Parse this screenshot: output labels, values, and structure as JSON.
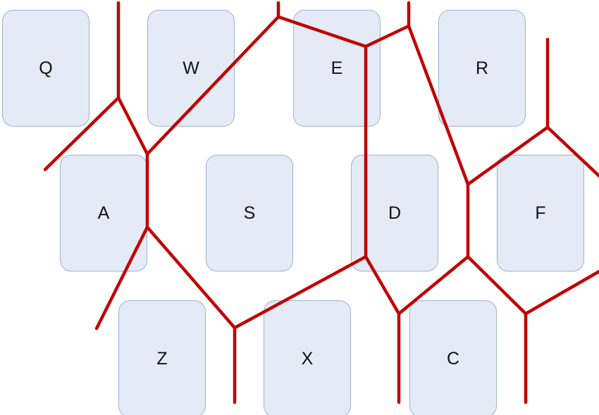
{
  "diagram": {
    "line_color": "#c00000",
    "key_fill": "#e4ebf6",
    "key_border": "#9fb1cf",
    "keys": [
      {
        "id": "q",
        "label": "Q"
      },
      {
        "id": "w",
        "label": "W"
      },
      {
        "id": "e",
        "label": "E"
      },
      {
        "id": "r",
        "label": "R"
      },
      {
        "id": "a",
        "label": "A"
      },
      {
        "id": "s",
        "label": "S"
      },
      {
        "id": "d",
        "label": "D"
      },
      {
        "id": "f",
        "label": "F"
      },
      {
        "id": "z",
        "label": "Z"
      },
      {
        "id": "x",
        "label": "X"
      },
      {
        "id": "c",
        "label": "C"
      }
    ]
  }
}
